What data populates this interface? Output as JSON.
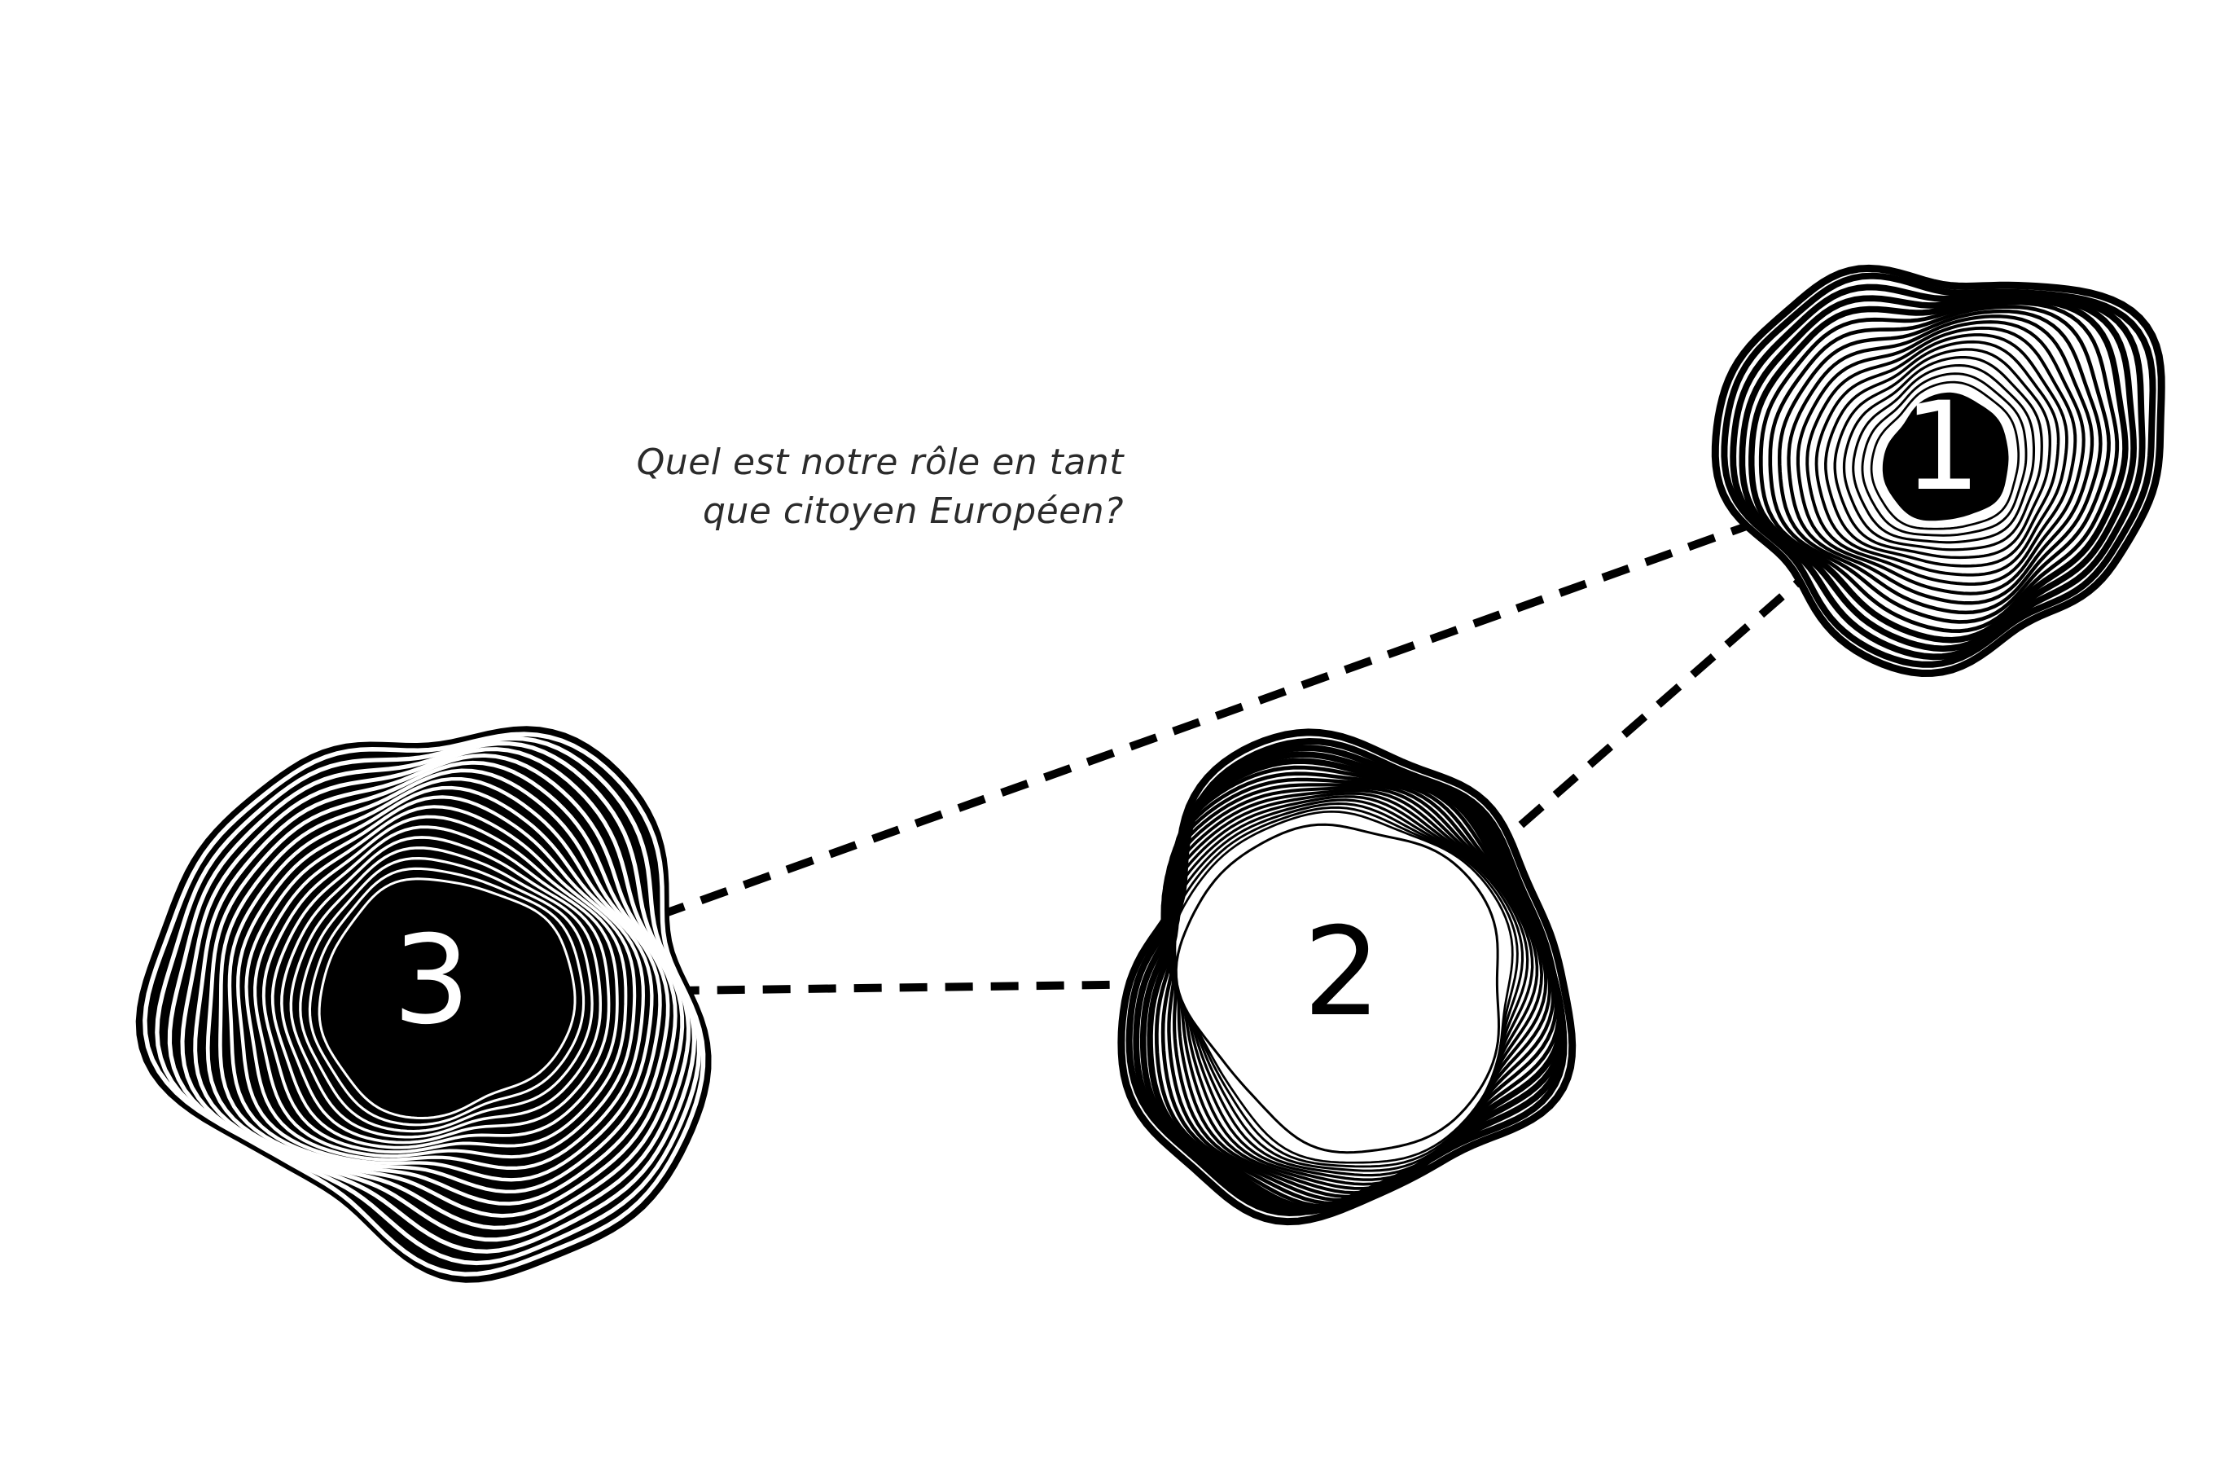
{
  "question": {
    "line1": "Quel est notre rôle en tant",
    "line2": "que citoyen Européen?"
  },
  "nodes": [
    {
      "id": "1",
      "label": "1",
      "fill": "black"
    },
    {
      "id": "2",
      "label": "2",
      "fill": "white"
    },
    {
      "id": "3",
      "label": "3",
      "fill": "black"
    }
  ],
  "connections": [
    {
      "from": "3",
      "to": "1",
      "style": "dashed"
    },
    {
      "from": "3",
      "to": "2",
      "style": "dashed"
    },
    {
      "from": "2",
      "to": "1",
      "style": "dashed"
    }
  ],
  "colors": {
    "ink": "#000000",
    "background": "#ffffff",
    "text": "#2b2b2b"
  }
}
